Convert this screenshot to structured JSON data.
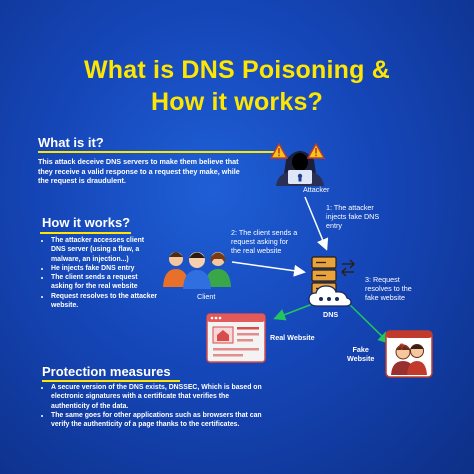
{
  "title": {
    "line1": "What is DNS Poisoning &",
    "line2": "How it works?"
  },
  "what_is_it": {
    "heading": "What is it?",
    "text_lines": [
      "This attack deceive DNS servers to make them believe that",
      "they receive a valid response to a request they make, while",
      "the request is draudulent."
    ]
  },
  "how_it_works": {
    "heading": "How it works?",
    "bullets": [
      [
        "The attacker accesses client",
        "DNS server (using a flaw, a",
        "malware, an injection...)"
      ],
      [
        "He injects fake DNS entry"
      ],
      [
        "The client sends a request",
        "asking for the real website"
      ],
      [
        "Request resolves to the attacker",
        "website."
      ]
    ]
  },
  "diagram": {
    "attacker_label": "Attacker",
    "client_label": "Client",
    "dns_label": "DNS",
    "real_website_label": "Real Website",
    "fake_website_label_1": "Fake",
    "fake_website_label_2": "Website",
    "step1_lines": [
      "1: The attacker",
      "injects fake DNS",
      "entry"
    ],
    "step2_lines": [
      "2: The client sends a",
      "request asking for",
      "the real website"
    ],
    "step3_lines": [
      "3: Request",
      "resolves to the",
      "fake website"
    ]
  },
  "protection": {
    "heading": "Protection measures",
    "bullets": [
      [
        "A secure version of the DNS exists, DNSSEC, Which is based on",
        "electronic signatures with a certificate that verifies the",
        "authenticity of the data."
      ],
      [
        "The same goes for other applications such as browsers that can",
        "verify the authenticity of a page thanks to the certificates."
      ]
    ]
  },
  "colors": {
    "background": "#1546b8",
    "title": "#ffe600",
    "underline": "#ffe600",
    "arrow_white": "#ffffff",
    "arrow_green": "#22c55e",
    "warning": "#f5c518",
    "server": "#e8a33c",
    "browser_frame": "#e35a5a"
  },
  "icons": [
    "warning-icon",
    "hacker-icon",
    "users-icon",
    "server-icon",
    "cloud-icon",
    "browser-icon",
    "fake-person-icon"
  ]
}
